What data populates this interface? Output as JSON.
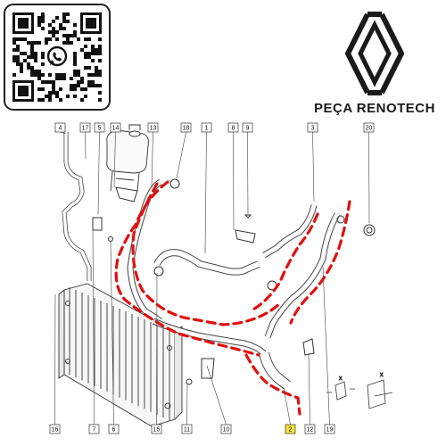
{
  "brand": {
    "name": "PEÇA RENOTECH",
    "logo": "renault-diamond-logo",
    "qr": "whatsapp-qr-code"
  },
  "diagram": {
    "highlight_color": "#e01010",
    "selected_color": "#f5e33a",
    "selected_callout": "2",
    "callouts": [
      "4",
      "17",
      "5",
      "14",
      "13",
      "18",
      "1",
      "8",
      "9",
      "3",
      "20",
      "16",
      "7",
      "6",
      "15",
      "11",
      "10",
      "2",
      "12",
      "19"
    ]
  }
}
